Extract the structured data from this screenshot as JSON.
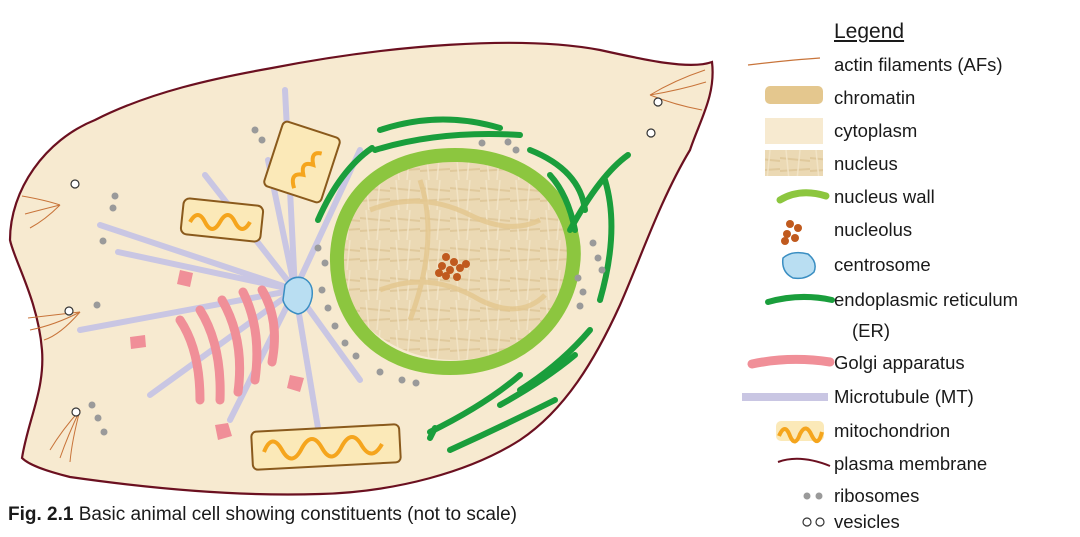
{
  "caption": {
    "label": "Fig. 2.1",
    "text": "Basic animal cell showing constituents (not to scale)"
  },
  "legend": {
    "title": "Legend",
    "items": [
      {
        "key": "actin",
        "label": "actin filaments (AFs)"
      },
      {
        "key": "chromatin",
        "label": "chromatin"
      },
      {
        "key": "cytoplasm",
        "label": "cytoplasm"
      },
      {
        "key": "nucleus",
        "label": "nucleus"
      },
      {
        "key": "nucleus_wall",
        "label": "nucleus wall"
      },
      {
        "key": "nucleolus",
        "label": "nucleolus"
      },
      {
        "key": "centrosome",
        "label": "centrosome"
      },
      {
        "key": "er",
        "label": "endoplasmic  reticulum"
      },
      {
        "key": "er2",
        "label": "(ER)"
      },
      {
        "key": "golgi",
        "label": "Golgi apparatus"
      },
      {
        "key": "microtubule",
        "label": "Microtubule (MT)"
      },
      {
        "key": "mito",
        "label": "mitochondrion"
      },
      {
        "key": "membrane",
        "label": "plasma membrane"
      },
      {
        "key": "ribosomes",
        "label": "ribosomes"
      },
      {
        "key": "vesicles",
        "label": "vesicles"
      }
    ]
  },
  "colors": {
    "cytoplasm": "#f7ead0",
    "membrane": "#6b1020",
    "nucleus": "#ead8b2",
    "nucleus_wall": "#8cc63f",
    "er": "#1a9e3c",
    "golgi": "#f08f98",
    "microtubule": "#c9c6e3",
    "centrosome": "#b9def2",
    "mito_outer": "#fbe9b8",
    "mito_border": "#8a5a1c",
    "mito_inner": "#f5a51d",
    "nucleolus": "#c05a1e",
    "ribosome": "#9a9a9a",
    "actin": "#c8743a"
  }
}
